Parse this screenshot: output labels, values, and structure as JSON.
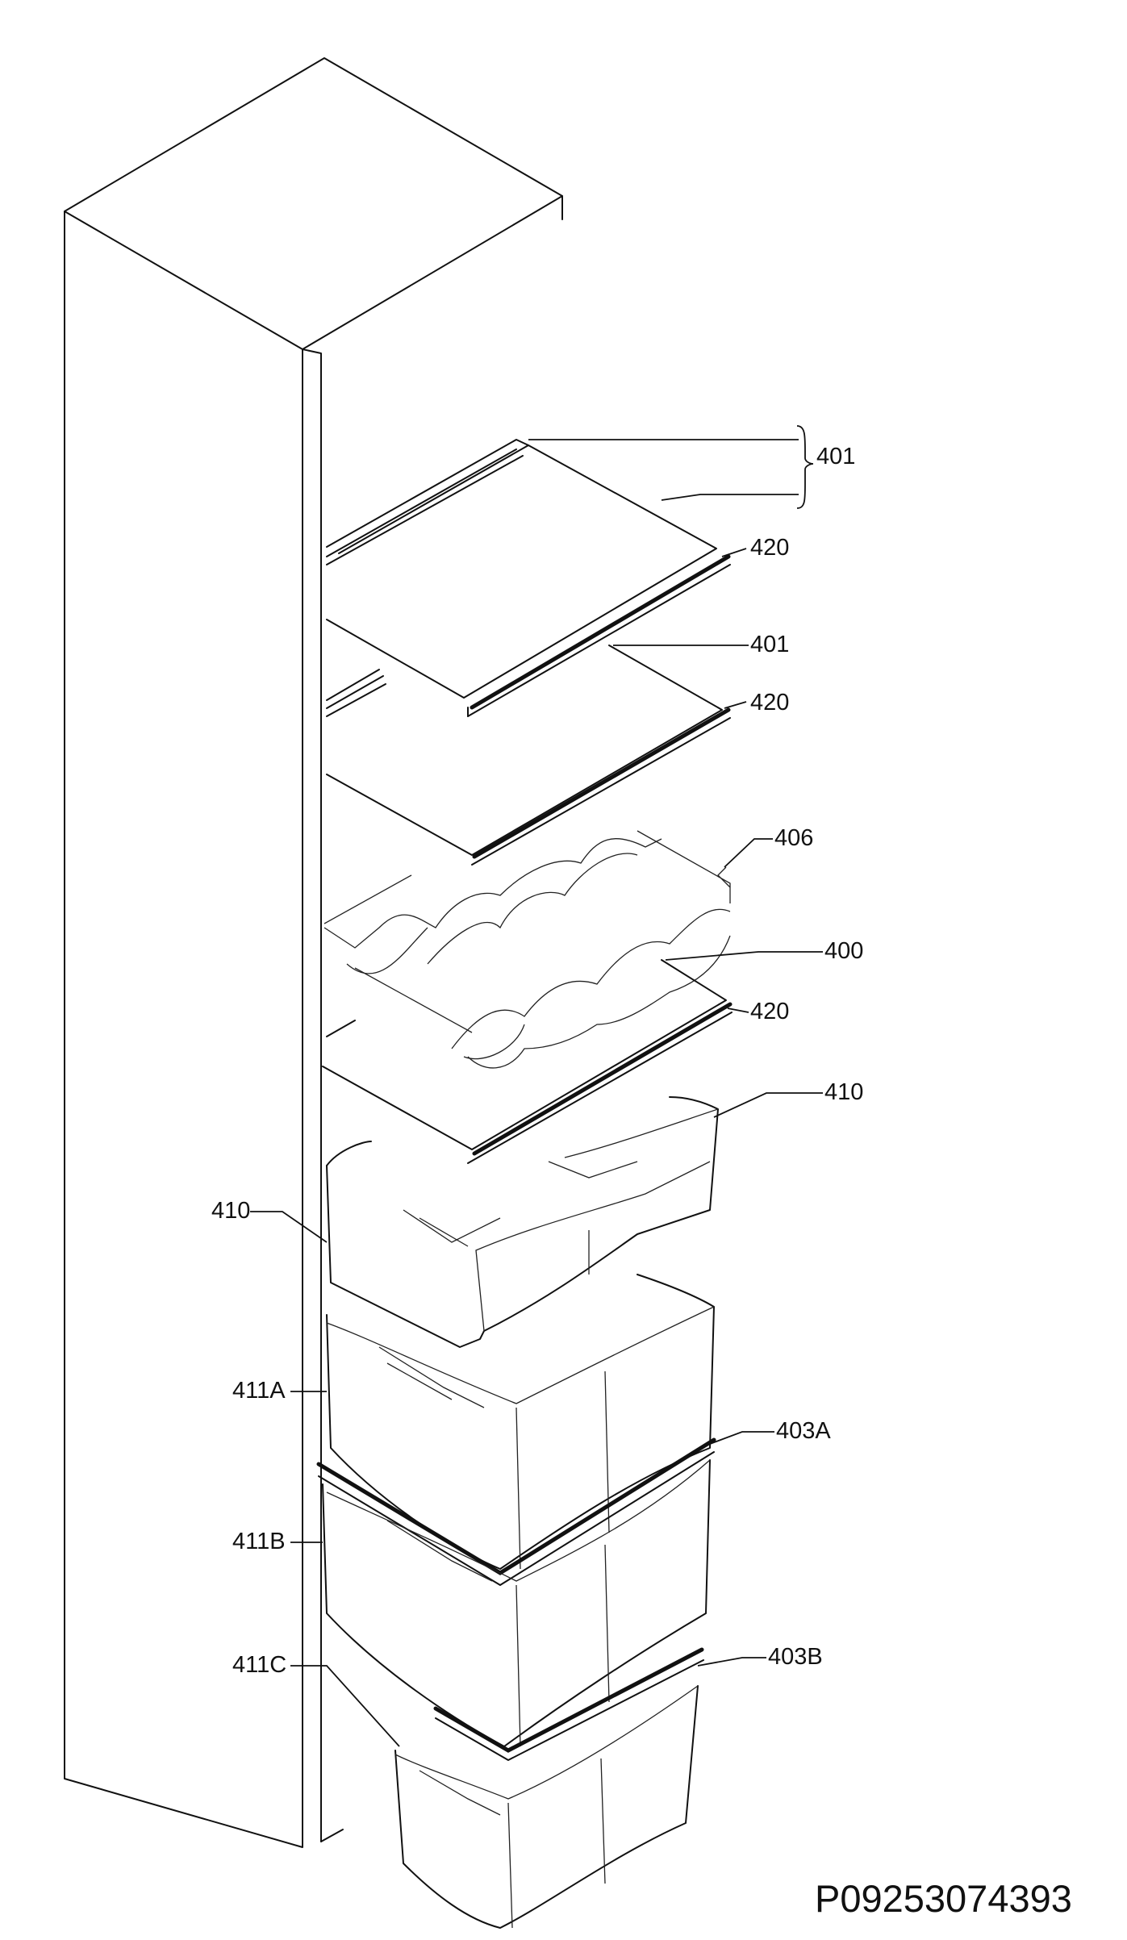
{
  "labels": {
    "l401a": "401",
    "l420a": "420",
    "l401b": "401",
    "l420b": "420",
    "l406": "406",
    "l400": "400",
    "l420c": "420",
    "l410r": "410",
    "l410l": "410",
    "l411A": "411A",
    "l403A": "403A",
    "l411B": "411B",
    "l411C": "411C",
    "l403B": "403B"
  },
  "drawing_code": "P09253074393"
}
